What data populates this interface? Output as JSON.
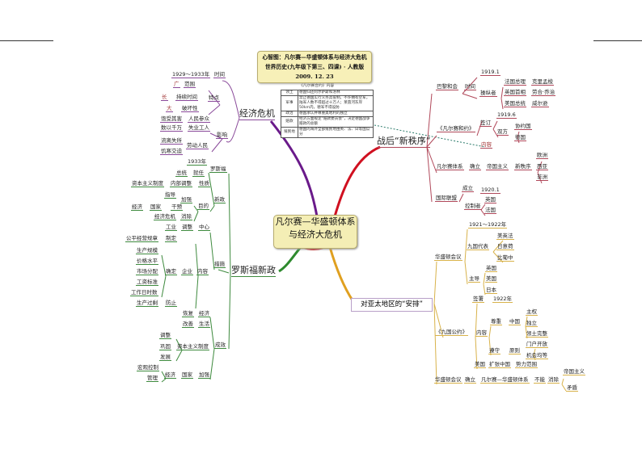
{
  "title": {
    "line1": "心智图：凡尔赛—华盛顿体系与经济大危机",
    "line2": "世界历史(九年级下第三、四课) · 人教版",
    "line3": "2009. 12. 23"
  },
  "center": {
    "line1": "凡尔赛—华盛顿体系",
    "line2": "与经济大危机"
  },
  "colors": {
    "crisis": "#7b2a8a",
    "order": "#c0182a",
    "newdeal": "#2e7d32",
    "asia": "#e0a020"
  },
  "treaty_table": {
    "caption": "《凡尔赛合约》内容",
    "rows": [
      {
        "k": "领土",
        "v": "德国归还阿尔萨斯和洛林"
      },
      {
        "k": "军事",
        "v": "禁止德国实行义务兵役制，不许拥有空军，陆军人数不得超过十万人；莱茵河东岸50km内，德军不得设防"
      },
      {
        "k": "政治",
        "v": "德国承认并尊重奥地利的独立"
      },
      {
        "k": "赔款",
        "v": "经济方面规定“赔款委员会”，决定德国战争赔款的总额"
      },
      {
        "k": "殖民地",
        "v": "德国的海外全部殖民地由英、法、日等国瓜分"
      }
    ]
  },
  "crisis": {
    "label": "经济危机",
    "nodes": [
      "时间",
      "1929～1933年",
      "特点",
      "广",
      "范围",
      "长",
      "持续时间",
      "大",
      "破坏性",
      "影响",
      "人民参众",
      "饱受其害",
      "失业工人",
      "数以千万",
      "劳动人民",
      "流离失所",
      "饥寒交迫"
    ]
  },
  "order": {
    "label": "战后“新秩序”",
    "nodes": [
      "巴黎和会",
      "时间",
      "1919.1",
      "操纵者",
      "法国总理",
      "克里孟梭",
      "英国首相",
      "劳合·乔治",
      "美国总统",
      "威尔逊",
      "《凡尔赛和约》",
      "签订",
      "1919.6",
      "双方",
      "协约国",
      "德国",
      "内容",
      "凡尔赛体系",
      "确立",
      "帝国主义",
      "新秩序",
      "欧洲",
      "西亚",
      "非洲",
      "国际联盟",
      "成立",
      "1920.1",
      "控制者",
      "英国",
      "法国"
    ]
  },
  "newdeal": {
    "label": "罗斯福新政",
    "nodes": [
      "1933年",
      "罗斯福",
      "总统",
      "就任",
      "性质",
      "内部调整",
      "资本主义制度",
      "新政",
      "目的",
      "加强",
      "干预",
      "指导",
      "国家",
      "经济",
      "消除",
      "经济危机",
      "中心",
      "调整",
      "工业",
      "措施",
      "内容",
      "企业",
      "制定",
      "公平经营规章",
      "确定",
      "生产规模",
      "价格水平",
      "市场分配",
      "工资标准",
      "工作日时数",
      "防止",
      "生产过剩",
      "成效",
      "经济",
      "恢复",
      "生活",
      "改善",
      "资本主义制度",
      "调整",
      "巩固",
      "发展",
      "加强",
      "国家",
      "经济",
      "宏观控制",
      "管理"
    ]
  },
  "asia": {
    "label": "对亚太地区的“安排”",
    "nodes": [
      "华盛顿会议",
      "1921～1922年",
      "九国代表",
      "美英法",
      "日意荷",
      "比葡中",
      "主导",
      "英国",
      "美国",
      "日本",
      "签署",
      "1922年",
      "《九国公约》",
      "内容",
      "尊重",
      "中国",
      "主权",
      "独立",
      "领土完整",
      "遵守",
      "原则",
      "门户开放",
      "机会均等",
      "美国",
      "扩张中国",
      "势力范围",
      "华盛顿会议",
      "确立",
      "凡尔赛—华盛顿体系",
      "不能",
      "消除",
      "帝国主义",
      "矛盾"
    ]
  }
}
